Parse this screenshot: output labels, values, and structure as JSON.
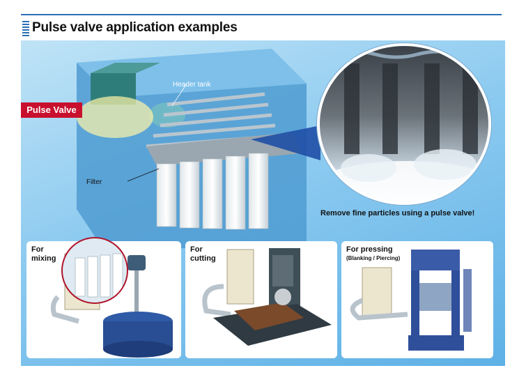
{
  "page": {
    "title": "Pulse valve application examples"
  },
  "main_illustration": {
    "pulse_valve_label": "Pulse Valve",
    "header_tank_label": "Header tank",
    "filter_label": "Filter",
    "caption": "Remove fine particles using a pulse valve!"
  },
  "cards": [
    {
      "title": "For mixing"
    },
    {
      "title": "For cutting"
    },
    {
      "title": "For pressing",
      "subtitle": "(Blanking / Piercing)"
    }
  ],
  "colors": {
    "accent_blue": "#2a6fb6",
    "pulse_red": "#c8102e",
    "panel_blue": "#8ccaf0"
  }
}
